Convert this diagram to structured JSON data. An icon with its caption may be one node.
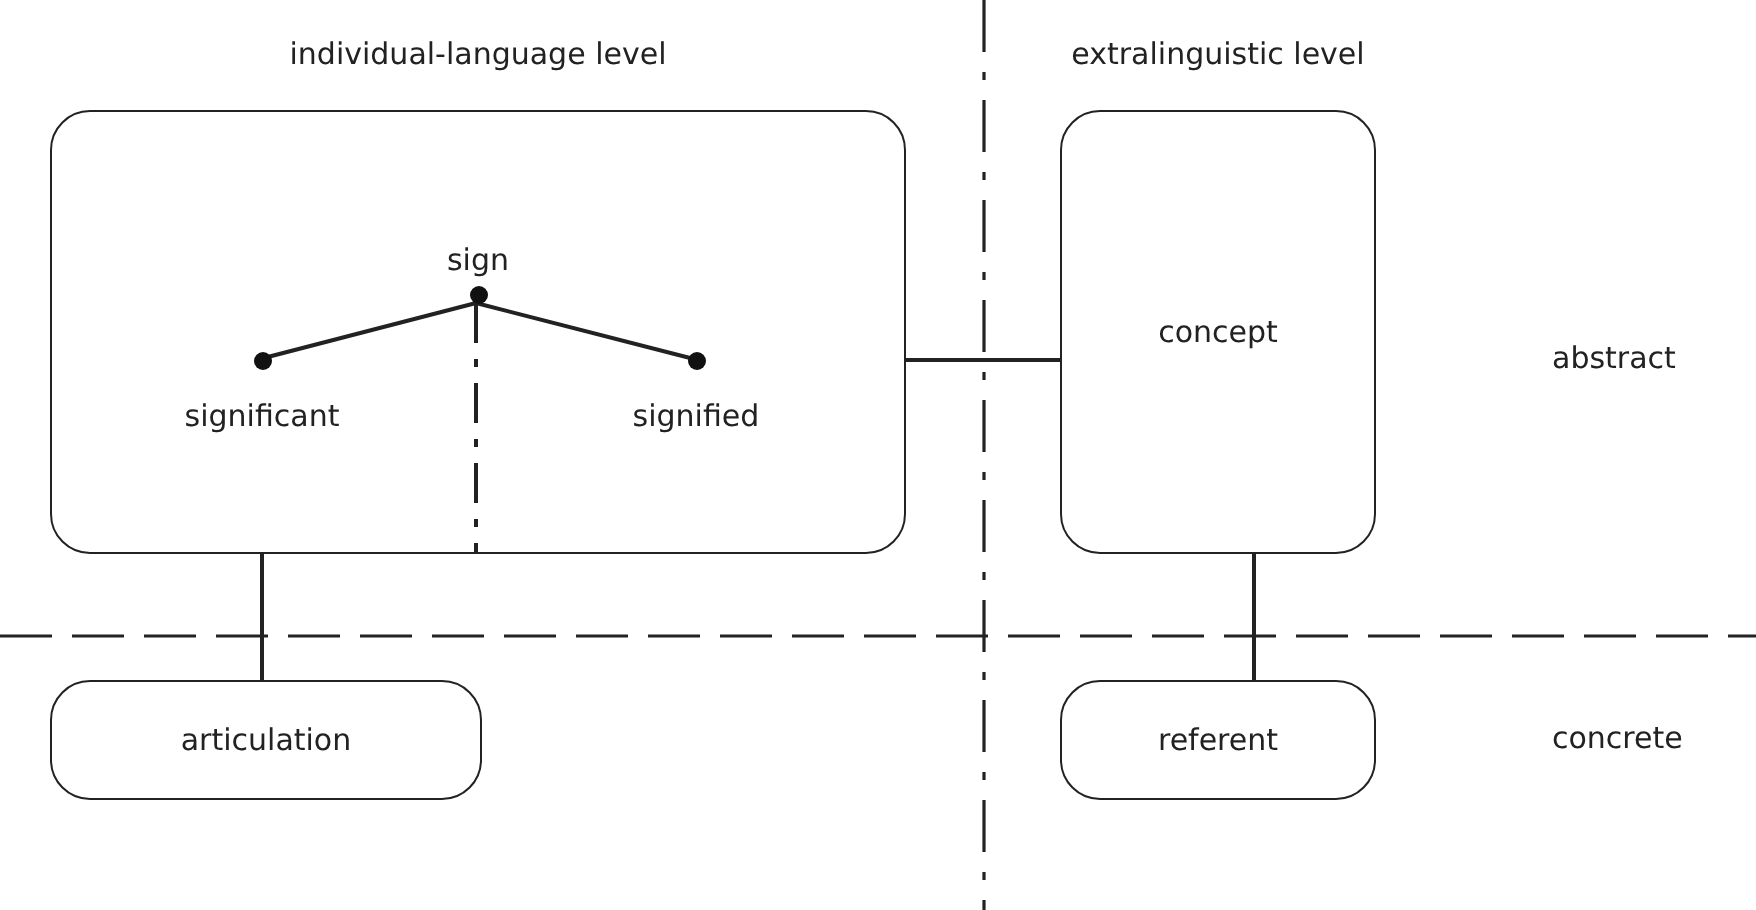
{
  "diagram": {
    "nodes": [
      {
        "text": [
          "individual-language level"
        ]
      },
      {
        "text": [
          "sign"
        ],
        "in": 0
      },
      {
        "text": [
          "significant"
        ],
        "in": 0
      },
      {
        "text": [
          "signified"
        ],
        "in": 0
      },
      {
        "text": [
          "extralinguistic level",
          "concept"
        ]
      },
      {
        "text": [
          "articulation"
        ]
      },
      {
        "text": [
          "referent"
        ]
      }
    ],
    "edges": [
      {
        "from": 1,
        "to": 2,
        "arrow": "none"
      },
      {
        "from": 1,
        "to": 3,
        "arrow": "none"
      },
      {
        "from": 1,
        "to": 0,
        "arrow": "none",
        "style": "dashed"
      },
      {
        "from": 0,
        "to": 4,
        "arrow": "none"
      },
      {
        "from": 0,
        "to": 5,
        "arrow": "none"
      },
      {
        "from": 4,
        "to": 6,
        "arrow": "none"
      }
    ],
    "labels": [
      "abstract",
      "concrete"
    ]
  }
}
